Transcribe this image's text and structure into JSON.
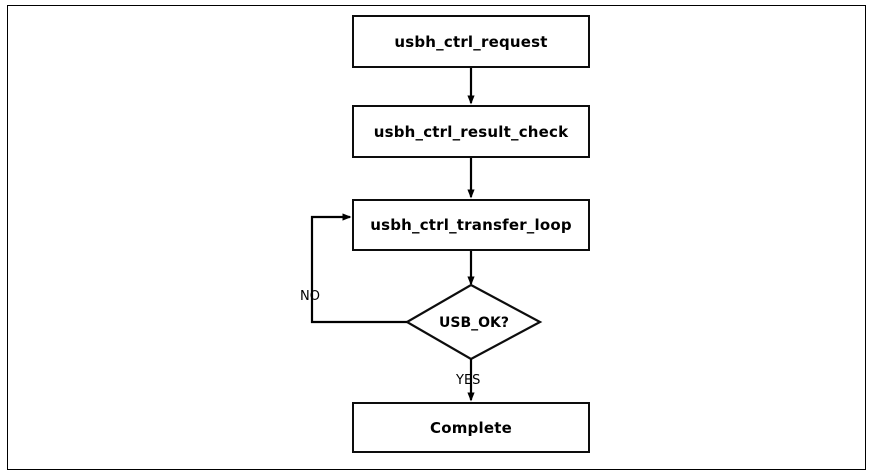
{
  "diagram": {
    "type": "flowchart",
    "title": "",
    "frame": {
      "border_color": "#000000",
      "background": "#ffffff"
    },
    "node_style": {
      "stroke": "#0d0d0d",
      "fill": "#ffffff",
      "text_color": "#000000"
    },
    "nodes": [
      {
        "id": "request",
        "shape": "process",
        "label": "usbh_ctrl_request"
      },
      {
        "id": "result",
        "shape": "process",
        "label": "usbh_ctrl_result_check"
      },
      {
        "id": "loop",
        "shape": "process",
        "label": "usbh_ctrl_transfer_loop"
      },
      {
        "id": "decision",
        "shape": "decision",
        "label": "USB_OK?"
      },
      {
        "id": "complete",
        "shape": "process",
        "label": "Complete"
      }
    ],
    "edges": [
      {
        "from": "request",
        "to": "result",
        "label": ""
      },
      {
        "from": "result",
        "to": "loop",
        "label": ""
      },
      {
        "from": "loop",
        "to": "decision",
        "label": ""
      },
      {
        "from": "decision",
        "to": "loop",
        "label": "NO"
      },
      {
        "from": "decision",
        "to": "complete",
        "label": "YES"
      }
    ],
    "edge_labels": {
      "no": "NO",
      "yes": "YES"
    }
  }
}
